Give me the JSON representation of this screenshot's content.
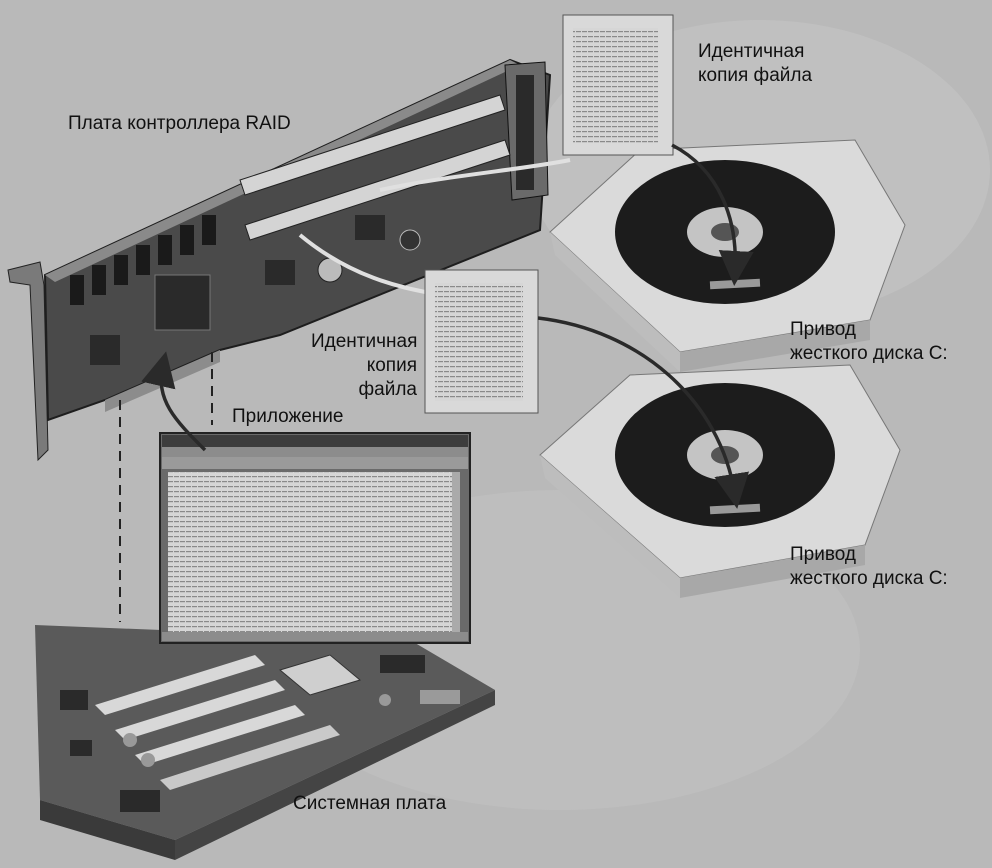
{
  "labels": {
    "raid_controller": "Плата контроллера RAID",
    "copy_top_line1": "Идентичная",
    "copy_top_line2": "копия файла",
    "copy_mid_line1": "Идентичная",
    "copy_mid_line2": "копия файла",
    "drive_top_line1": "Привод",
    "drive_top_line2": "жесткого диска С:",
    "drive_bottom_line1": "Привод",
    "drive_bottom_line2": "жесткого диска С:",
    "application": "Приложение",
    "motherboard": "Системная плата"
  },
  "colors": {
    "background": "#b9b9b9",
    "board_dark": "#4a4a4a",
    "board_mid": "#7a7a7a",
    "paper": "#d9d9d9",
    "platter": "#1c1c1c",
    "arrow": "#2a2a2a"
  }
}
